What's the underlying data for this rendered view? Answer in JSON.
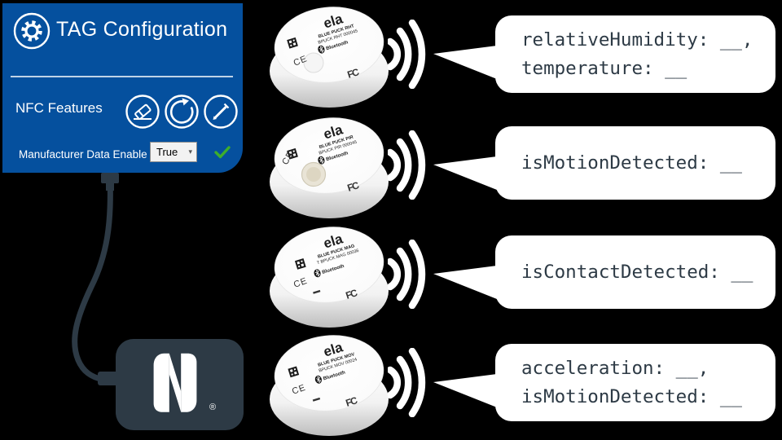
{
  "colors": {
    "background": "#000000",
    "panel_blue": "#05509E",
    "slate": "#2D3A45",
    "check_green": "#3DAE2B",
    "bubble_text": "#2D3A45"
  },
  "panel": {
    "title": "TAG Configuration",
    "section_label": "NFC Features",
    "icons": [
      {
        "name": "erase"
      },
      {
        "name": "reset"
      },
      {
        "name": "edit"
      }
    ],
    "field_label": "Manufacturer Data Enable :",
    "dropdown_value": "True"
  },
  "nfc_tag": {
    "registered_mark": "®"
  },
  "rows": [
    {
      "device": {
        "brand": "ela",
        "model": "BLUE PUCK RHT",
        "serial": "BPUCK RHT 000045",
        "bluetooth": "Bluetooth",
        "ce_mark": "CE",
        "fcc_mark": "FC"
      },
      "bubble": {
        "line1": "relativeHumidity: __,",
        "line2": "temperature: __"
      }
    },
    {
      "device": {
        "brand": "ela",
        "model": "BLUE PUCK PIR",
        "serial": "BPUCK PIR 000045",
        "bluetooth": "Bluetooth",
        "ce_mark": "CE",
        "fcc_mark": "FC"
      },
      "bubble": {
        "line1": "isMotionDetected: __"
      }
    },
    {
      "device": {
        "brand": "ela",
        "model": "BLUE PUCK MAG",
        "serial": "T BPUCK MAG 00036",
        "bluetooth": "Bluetooth",
        "ce_mark": "CE",
        "fcc_mark": "FC"
      },
      "bubble": {
        "line1": "isContactDetected: __"
      }
    },
    {
      "device": {
        "brand": "ela",
        "model": "BLUE PUCK MOV",
        "serial": "BPUCK MOV 00024",
        "bluetooth": "Bluetooth",
        "ce_mark": "CE",
        "fcc_mark": "FC"
      },
      "bubble": {
        "line1": "acceleration: __,",
        "line2": "isMotionDetected: __"
      }
    }
  ]
}
